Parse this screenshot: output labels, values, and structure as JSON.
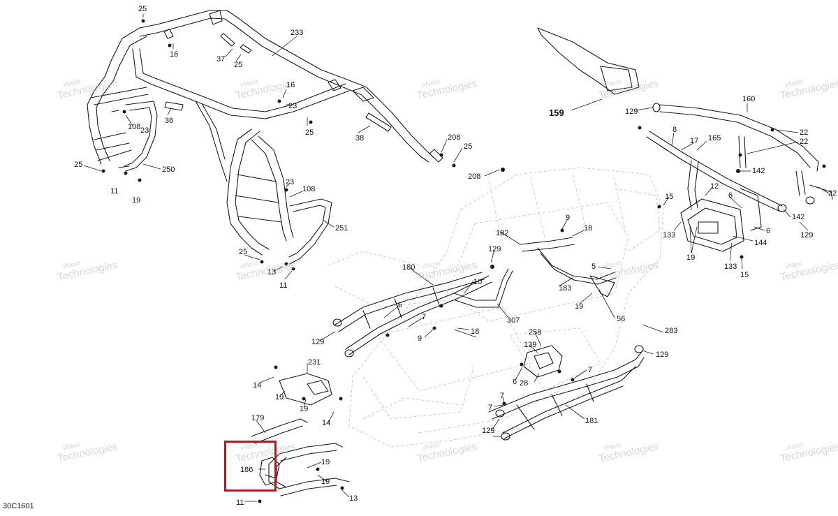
{
  "drawing_code": "30C1601",
  "watermark": {
    "line1": "vNext",
    "line2": "Technologies"
  },
  "highlight": {
    "color": "#e2001a",
    "label": "186"
  },
  "callouts": [
    "5",
    "6",
    "7",
    "8",
    "9",
    "10",
    "11",
    "12",
    "13",
    "14",
    "15",
    "16",
    "17",
    "18",
    "19",
    "22",
    "23",
    "25",
    "28",
    "36",
    "37",
    "38",
    "56",
    "108",
    "129",
    "133",
    "139",
    "142",
    "144",
    "159",
    "160",
    "165",
    "179",
    "180",
    "181",
    "182",
    "183",
    "186",
    "208",
    "231",
    "233",
    "250",
    "251",
    "258",
    "283",
    "307"
  ]
}
